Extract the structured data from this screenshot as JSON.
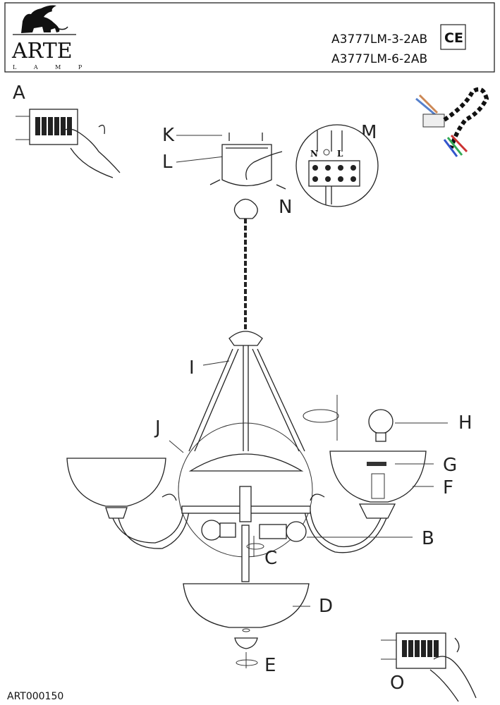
{
  "header": {
    "brand": "ARTE",
    "brand_sub": "L A M P",
    "models": [
      "A3777LM-3-2AB",
      "A3777LM-6-2AB"
    ],
    "certification": "CE"
  },
  "labels": {
    "A": "A",
    "B": "B",
    "C": "C",
    "D": "D",
    "E": "E",
    "F": "F",
    "G": "G",
    "H": "H",
    "I": "I",
    "J": "J",
    "K": "K",
    "L": "L",
    "M": "M",
    "N": "N",
    "O": "O"
  },
  "terminal": {
    "neutral": "N",
    "live": "L"
  },
  "footer": {
    "code": "ART000150"
  }
}
